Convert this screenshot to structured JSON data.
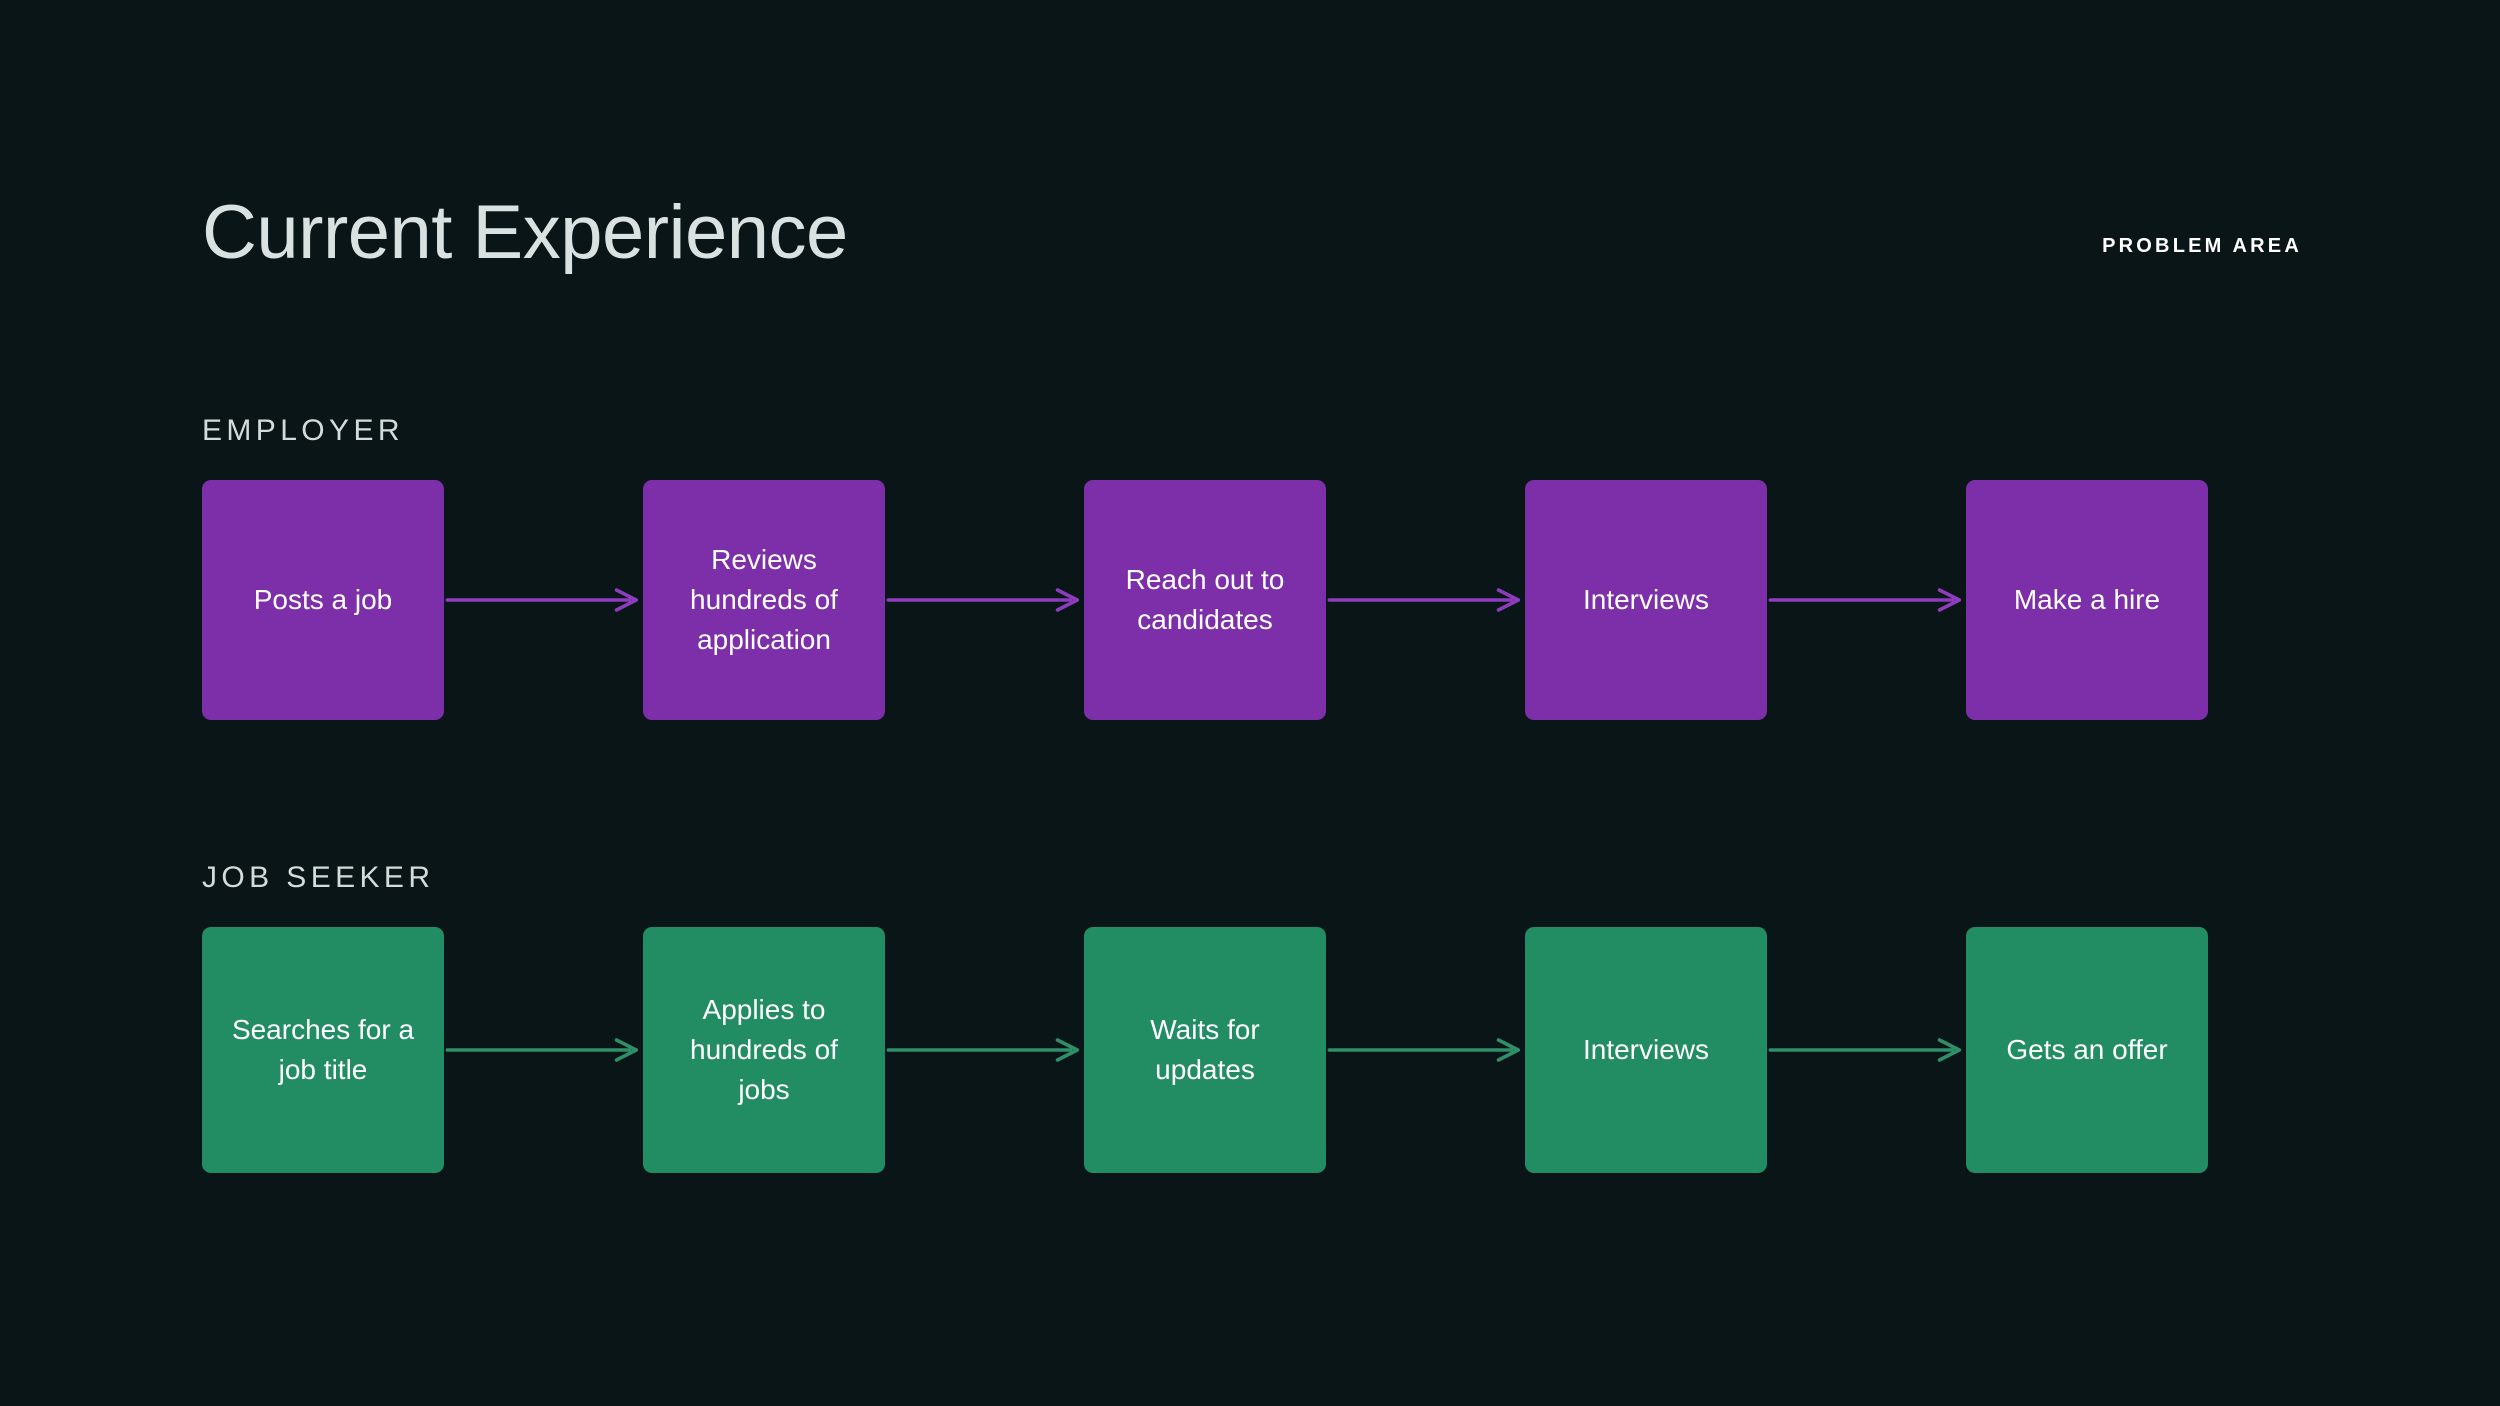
{
  "header": {
    "title": "Current Experience",
    "tag": "PROBLEM AREA"
  },
  "colors": {
    "background": "#0a1517",
    "title_text": "#d9e2e1",
    "lane_label_text": "#d4dcdb",
    "tag_text": "#ffffff",
    "employer_card": "#7c2fa9",
    "employer_arrow": "#8d3cbd",
    "jobseeker_card": "#228c63",
    "jobseeker_arrow": "#2e8f68",
    "card_text": "#ffffff"
  },
  "chart_data": {
    "type": "diagram",
    "title": "Current Experience",
    "annotation": "PROBLEM AREA",
    "layout": "two parallel horizontal flows, 5 steps each, connected left-to-right by arrows",
    "lanes": [
      {
        "label": "EMPLOYER",
        "accent": "#7c2fa9",
        "steps": [
          "Posts a job",
          "Reviews hundreds of application",
          "Reach out to candidates",
          "Interviews",
          "Make a hire"
        ]
      },
      {
        "label": "JOB SEEKER",
        "accent": "#228c63",
        "steps": [
          "Searches for a job title",
          "Applies to hundreds of jobs",
          "Waits for updates",
          "Interviews",
          "Gets an offer"
        ]
      }
    ]
  },
  "lanes": [
    {
      "label": "EMPLOYER",
      "steps": [
        {
          "label": "Posts a job"
        },
        {
          "label": "Reviews hundreds of application"
        },
        {
          "label": "Reach out to candidates"
        },
        {
          "label": "Interviews"
        },
        {
          "label": "Make a hire"
        }
      ]
    },
    {
      "label": "JOB SEEKER",
      "steps": [
        {
          "label": "Searches for a job title"
        },
        {
          "label": "Applies to hundreds of jobs"
        },
        {
          "label": "Waits for updates"
        },
        {
          "label": "Interviews"
        },
        {
          "label": "Gets an offer"
        }
      ]
    }
  ]
}
